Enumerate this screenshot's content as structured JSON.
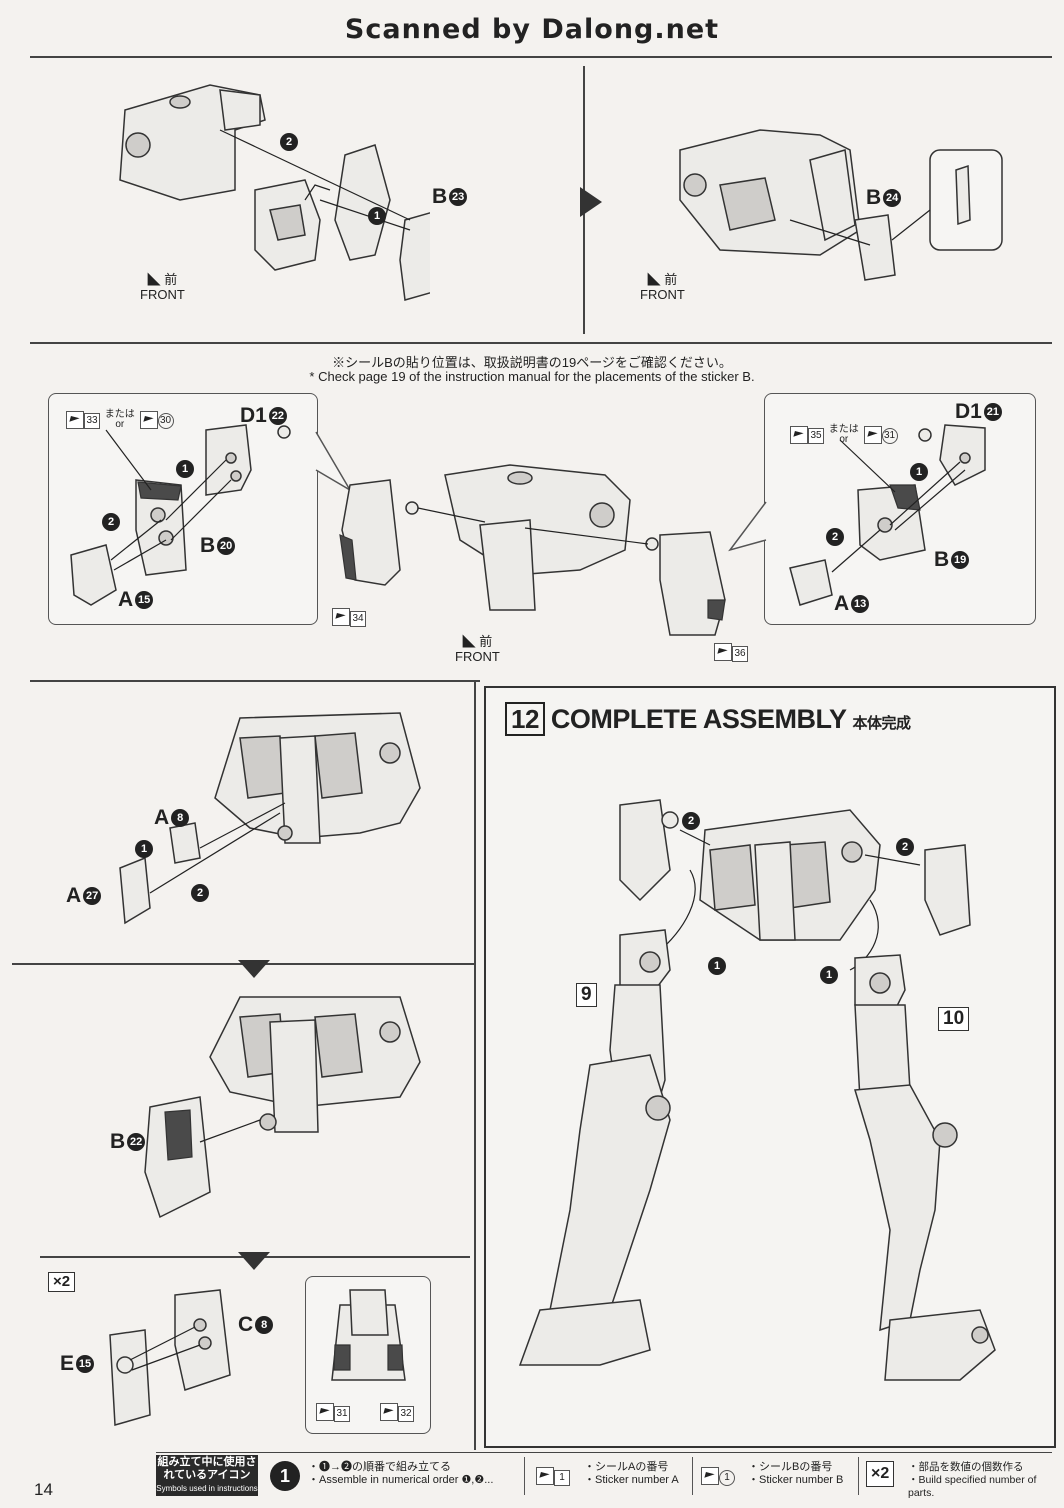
{
  "header": {
    "title": "Scanned by Dalong.net"
  },
  "panel1": {
    "labels": [
      "B",
      "B"
    ],
    "label_nums": [
      "23",
      "24"
    ],
    "steps": [
      "2",
      "1"
    ],
    "front_jp": "前",
    "front_en": "FRONT"
  },
  "panel2": {
    "note_jp": "※シールBの貼り位置は、取扱説明書の19ページをご確認ください。",
    "note_en": "* Check page 19 of the instruction manual for the placements of the sticker B.",
    "left_box": {
      "d": "D1",
      "d_num": "22",
      "b": "B",
      "b_num": "20",
      "a": "A",
      "a_num": "15",
      "stk1": "33",
      "or_jp": "または",
      "or_en": "or",
      "stk2": "30"
    },
    "right_box": {
      "d": "D1",
      "d_num": "21",
      "b": "B",
      "b_num": "19",
      "a": "A",
      "a_num": "13",
      "stk1": "35",
      "or_jp": "または",
      "or_en": "or",
      "stk2": "31"
    },
    "stk_left": "34",
    "stk_right": "36",
    "front_jp": "前",
    "front_en": "FRONT"
  },
  "panel3": {
    "a1": "A",
    "a1_num": "8",
    "a2": "A",
    "a2_num": "27",
    "b": "B",
    "b_num": "22",
    "x2": "×2",
    "c": "C",
    "c_num": "8",
    "e": "E",
    "e_num": "15",
    "stk1": "31",
    "stk2": "32"
  },
  "section12": {
    "num": "12",
    "title": "COMPLETE ASSEMBLY",
    "title_jp": "本体完成",
    "leg_left": "9",
    "leg_right": "10"
  },
  "footer": {
    "page_num": "14",
    "legend_jp": "組み立て中に使用されているアイコン",
    "legend_en": "Symbols used in instructions",
    "c1_jp": "・❶→❷の順番で組み立てる",
    "c1_en": "・Assemble in numerical order ❶,❷...",
    "c2_box": "1",
    "c2_jp": "・シールAの番号",
    "c2_en": "・Sticker number A",
    "c3_jp": "・シールBの番号",
    "c3_en": "・Sticker number B",
    "c4_badge": "×2",
    "c4_jp": "・部品を数値の個数作る",
    "c4_en": "・Build specified number of parts."
  }
}
